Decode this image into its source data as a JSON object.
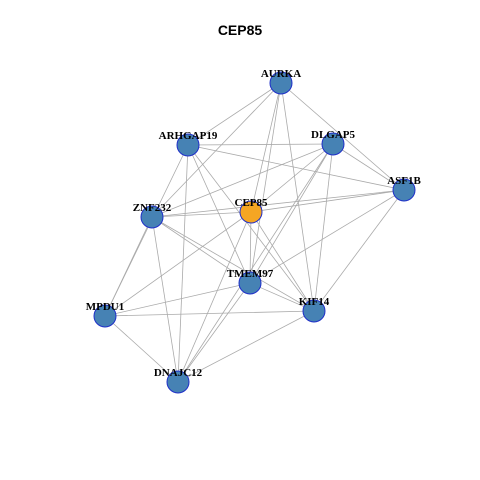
{
  "graph": {
    "title": "CEP85",
    "colors": {
      "node": "#4682b4",
      "center": "#f5a623",
      "border": "#1f2fc9",
      "edge": "#aaaaaa"
    },
    "nodes": [
      {
        "id": "AURKA",
        "label": "AURKA",
        "center": false
      },
      {
        "id": "ARHGAP19",
        "label": "ARHGAP19",
        "center": false
      },
      {
        "id": "DLGAP5",
        "label": "DLGAP5",
        "center": false
      },
      {
        "id": "ASF1B",
        "label": "ASF1B",
        "center": false
      },
      {
        "id": "CEP85",
        "label": "CEP85",
        "center": true
      },
      {
        "id": "ZNF232",
        "label": "ZNF232",
        "center": false
      },
      {
        "id": "TMEM97",
        "label": "TMEM97",
        "center": false
      },
      {
        "id": "MPDU1",
        "label": "MPDU1",
        "center": false
      },
      {
        "id": "KIF14",
        "label": "KIF14",
        "center": false
      },
      {
        "id": "DNAJC12",
        "label": "DNAJC12",
        "center": false
      }
    ],
    "edges": [
      [
        "AURKA",
        "ARHGAP19"
      ],
      [
        "AURKA",
        "ZNF232"
      ],
      [
        "AURKA",
        "ASF1B"
      ],
      [
        "AURKA",
        "TMEM97"
      ],
      [
        "AURKA",
        "KIF14"
      ],
      [
        "AURKA",
        "CEP85"
      ],
      [
        "ARHGAP19",
        "DLGAP5"
      ],
      [
        "ARHGAP19",
        "ASF1B"
      ],
      [
        "ARHGAP19",
        "MPDU1"
      ],
      [
        "ARHGAP19",
        "DNAJC12"
      ],
      [
        "ARHGAP19",
        "TMEM97"
      ],
      [
        "ARHGAP19",
        "KIF14"
      ],
      [
        "DLGAP5",
        "ZNF232"
      ],
      [
        "DLGAP5",
        "ASF1B"
      ],
      [
        "DLGAP5",
        "CEP85"
      ],
      [
        "DLGAP5",
        "TMEM97"
      ],
      [
        "DLGAP5",
        "KIF14"
      ],
      [
        "DLGAP5",
        "DNAJC12"
      ],
      [
        "ASF1B",
        "ZNF232"
      ],
      [
        "ASF1B",
        "CEP85"
      ],
      [
        "ASF1B",
        "TMEM97"
      ],
      [
        "ASF1B",
        "KIF14"
      ],
      [
        "CEP85",
        "ZNF232"
      ],
      [
        "CEP85",
        "TMEM97"
      ],
      [
        "CEP85",
        "KIF14"
      ],
      [
        "CEP85",
        "MPDU1"
      ],
      [
        "CEP85",
        "DNAJC12"
      ],
      [
        "ZNF232",
        "MPDU1"
      ],
      [
        "ZNF232",
        "DNAJC12"
      ],
      [
        "ZNF232",
        "TMEM97"
      ],
      [
        "ZNF232",
        "KIF14"
      ],
      [
        "TMEM97",
        "MPDU1"
      ],
      [
        "TMEM97",
        "KIF14"
      ],
      [
        "TMEM97",
        "DNAJC12"
      ],
      [
        "MPDU1",
        "KIF14"
      ],
      [
        "MPDU1",
        "DNAJC12"
      ],
      [
        "KIF14",
        "DNAJC12"
      ]
    ]
  }
}
